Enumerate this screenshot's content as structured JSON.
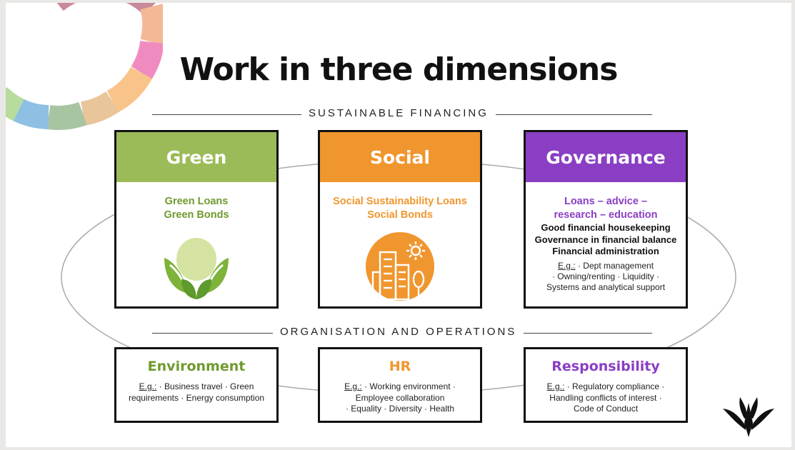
{
  "title": "Work in three dimensions",
  "sections": {
    "sustainable_financing": "SUSTAINABLE FINANCING",
    "organisation": "ORGANISATION AND OPERATIONS"
  },
  "cards": {
    "green": {
      "title": "Green",
      "lines": [
        "Green Loans",
        "Green Bonds"
      ],
      "icon": "leaf-icon",
      "color": "#9bbb59"
    },
    "social": {
      "title": "Social",
      "lines": [
        "Social Sustainability Loans",
        "Social Bonds"
      ],
      "icon": "city-sun-icon",
      "color": "#f0962e"
    },
    "governance": {
      "title": "Governance",
      "lines": [
        "Loans – advice –",
        "research – education"
      ],
      "black_lines": [
        "Good financial housekeeping",
        "Governance in financial balance",
        "Financial administration"
      ],
      "eg": "E.g.:",
      "small_lines": [
        " · Dept management",
        "· Owning/renting · Liquidity ·",
        "Systems and analytical support"
      ],
      "color": "#8a3ec4"
    }
  },
  "bottom": {
    "environment": {
      "title": "Environment",
      "color": "#6f9a2e",
      "eg": "E.g.:",
      "lines": [
        " · Business travel · Green",
        "requirements · Energy consumption"
      ]
    },
    "hr": {
      "title": "HR",
      "color": "#f0962e",
      "eg": "E.g.:",
      "lines": [
        " · Working environment ·",
        "Employee collaboration",
        "· Equality · Diversity · Health"
      ]
    },
    "responsibility": {
      "title": "Responsibility",
      "color": "#8a3ec4",
      "eg": "E.g.:",
      "lines": [
        " · Regulatory compliance ·",
        "Handling conflicts of interest ·",
        "Code of Conduct"
      ]
    }
  },
  "decor": {
    "ring_icon": "sdg-color-ring-icon",
    "logo_icon": "organization-logo-icon"
  }
}
